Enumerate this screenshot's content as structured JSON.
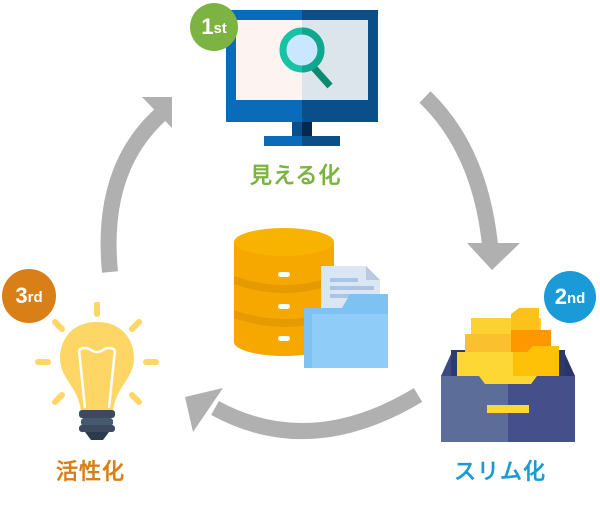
{
  "diagram": {
    "type": "cycle",
    "direction": "clockwise",
    "center_icon": "database-with-folder-icon",
    "steps": [
      {
        "order": 1,
        "badge_number": "1",
        "badge_suffix": "st",
        "label": "見える化",
        "icon": "monitor-magnifier-icon",
        "color": "#7cb342"
      },
      {
        "order": 2,
        "badge_number": "2",
        "badge_suffix": "nd",
        "label": "スリム化",
        "icon": "file-drawer-icon",
        "color": "#1a9ad6"
      },
      {
        "order": 3,
        "badge_number": "3",
        "badge_suffix": "rd",
        "label": "活性化",
        "icon": "light-bulb-icon",
        "color": "#d97f17"
      }
    ],
    "arrow_color": "#b0b0b0"
  }
}
